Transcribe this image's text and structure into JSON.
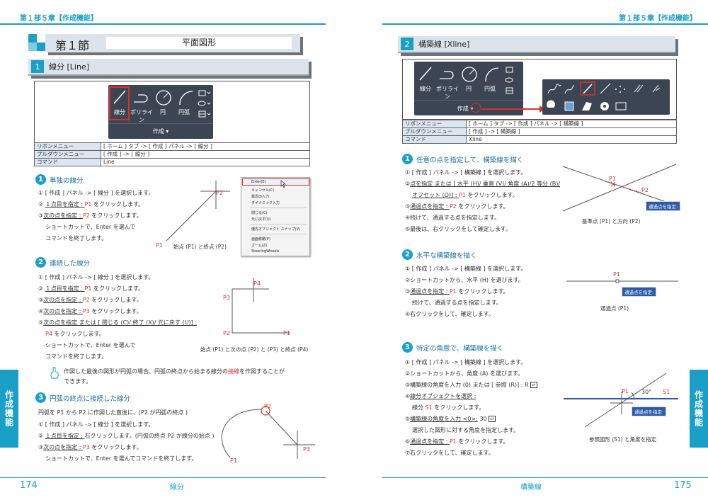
{
  "left": {
    "chapter": "第１部５章【作成機能】",
    "section_num": "第１節",
    "section_title": "平面図形",
    "sub1_num": "1",
    "sub1_title": "線分 [Line]",
    "ribbon": {
      "line": "線分",
      "polyline": "ポリライン",
      "circle": "円",
      "arc": "円弧",
      "panel": "作成 ▾"
    },
    "table": [
      [
        "リボンメニュー",
        "[ ホーム ] タブ -> [ 作成 ] パネル -> [ 線分 ]"
      ],
      [
        "プルダウンメニュー",
        "[ 作成 ] -> [ 線分 ]"
      ],
      [
        "コマンド",
        "Line"
      ]
    ],
    "h1": {
      "num": "1",
      "title": "単独の線分"
    },
    "h1_steps": {
      "s1": "① [ 作成 ] パネル -> [ 線分 ] を選択します。",
      "s2a": "② ",
      "s2b": "１点目を指定 : ",
      "s2c": "P1",
      "s2d": " をクリックします。",
      "s3a": "③",
      "s3b": "次の点を指定 : ",
      "s3c": "P2",
      "s3d": " をクリックします。",
      "s4": "ショートカットで、Enter を選んで",
      "s5": "コマンドを終了します。"
    },
    "fig1": {
      "p1": "P1",
      "p2": "P2",
      "caption": "始点 (P1) と終点 (P2)"
    },
    "ctx_menu": [
      "Enter(E)",
      "キャンセル(C)",
      "最近の入力",
      "ダイナミック入力",
      "閉じる(C)",
      "元に戻す(U)",
      "優先オブジェクト スナップ(V)",
      "画面移動(P)",
      "ズーム(Z)",
      "SteeringWheels"
    ],
    "h2": {
      "num": "2",
      "title": "連続した線分"
    },
    "h2_steps": {
      "s1": "① [ 作成 ] パネル -> [ 線分 ] を選択します。",
      "s2a": "② ",
      "s2b": "１点目を指定 : ",
      "s2c": "P1",
      "s2d": " をクリックします。",
      "s3a": "③",
      "s3b": "次の点を指定 : ",
      "s3c": "P2",
      "s3d": " をクリックします。",
      "s4a": "④",
      "s4b": "次の点を指定 : ",
      "s4c": "P3",
      "s4d": " をクリックします。",
      "s5a": "⑤",
      "s5b": "次の点を指定 または [ 閉じる (C)/ 終了 (X)/ 元に戻す (U)] :",
      "s6a": "P4",
      "s6b": " をクリックします。",
      "s7": "ショートカットで、Enter を選んで",
      "s8": "コマンドを終了します。"
    },
    "fig2": {
      "p1": "P1",
      "p2": "P2",
      "p3": "P3",
      "p4": "P4",
      "caption": "始点 (P1) と次の点 (P2) と (P3) と終点 (P4)"
    },
    "note": {
      "line1a": "作図した最後の図形が円弧の場合、円弧の終点から始まる線分の",
      "line1b": "接線",
      "line1c": "を作図することが",
      "line2": "できます。"
    },
    "h3": {
      "num": "3",
      "title": "円弧の終点に接続した線分"
    },
    "h3_steps": {
      "s0": "円弧を P1 から P2 に作図した直後に、(P2 が円弧の終点 )",
      "s1": "① [ 作成 ] パネル -> [ 線分 ] を選択します。",
      "s2a": "② ",
      "s2b": "１点目を指定 : ",
      "s2c": "右クリックします。(円弧の終点 P2 が線分の始点 )",
      "s3a": "③",
      "s3b": "次の点を指定 : ",
      "s3c": "P3",
      "s3d": " をクリックします。",
      "s4": "ショートカットで、Enter を選んでコマンドを終了します。"
    },
    "fig3": {
      "p1": "P1",
      "p2": "P2",
      "p3": "P3"
    },
    "tab": "作成機能",
    "page_number": "174",
    "footer": "線分"
  },
  "right": {
    "chapter": "第１部５章【作成機能】",
    "sub2_num": "2",
    "sub2_title": "構築線 [Xline]",
    "ribbon": {
      "line": "線分",
      "polyline": "ポリライン",
      "circle": "円",
      "arc": "円弧",
      "panel": "作成 ▾"
    },
    "table": [
      [
        "リボンメニュー",
        "[ ホーム ] タブ -> [ 作成 ] パネル -> [ 構築線 ]"
      ],
      [
        "プルダウンメニュー",
        "[ 作成 ] -> [ 構築線 ]"
      ],
      [
        "コマンド",
        "Xline"
      ]
    ],
    "h1": {
      "num": "1",
      "title": "任意の点を指定して、構築線を描く"
    },
    "h1_steps": {
      "s1": "① [ 作成 ] パネル -> [ 構築線 ] を選択します。",
      "s2a": "②",
      "s2b": "点を指定 または [ 水平 (H)/ 垂直 (V)/ 角度 (A)/2 等分 (B)/",
      "s3a": "オフセット (O)] : ",
      "s3b": "P1",
      "s3c": " をクリックします。",
      "s4a": "③",
      "s4b": "通過点を指定 : ",
      "s4c": "P2",
      "s4d": " をクリックします。",
      "s5": "④続けて、通過する点を指定します。",
      "s6": "⑤最後は、右クリックをして確定します。"
    },
    "fig1": {
      "p1": "P1",
      "p2": "P2",
      "tooltip": "通過点を指定:",
      "caption": "基準点 (P1) と方向 (P2)"
    },
    "h2": {
      "num": "2",
      "title": "水平な構築線を描く"
    },
    "h2_steps": {
      "s1": "① [ 作成 ] パネル -> [ 構築線 ] を選択します。",
      "s2": "②ショートカットから、水平 (H) を選びます。",
      "s3a": "③",
      "s3b": "通過点を指定 : ",
      "s3c": "P1",
      "s3d": " をクリックします。",
      "s4": "続けて、通過する点を指定します。",
      "s5": "④右クリックをして、確定します。"
    },
    "fig2": {
      "p1": "P1",
      "tooltip": "通過点を指定:",
      "caption": "通過点 (P1)"
    },
    "h3": {
      "num": "3",
      "title": "特定の角度で、構築線を描く"
    },
    "h3_steps": {
      "s1": "① [ 作成 ] パネル -> [ 構築線 ] を選択します。",
      "s2": "②ショートカットから、角度 (A) を選びます。",
      "s3a": "③",
      "s3b": "構築線の角度を入力 (0) または [ 参照 (R)] : R",
      "s4a": "④",
      "s4b": "線分オブジェクトを選択 :",
      "s5a": "線分 ",
      "s5b": "S1",
      "s5c": " をクリックします。",
      "s6a": "⑤",
      "s6b": "構築線の角度を入力 <0>:",
      "s6c": " 30",
      "s7": "選択した図形に対する角度を指定します。",
      "s8a": "⑥",
      "s8b": "通過点を指定 : ",
      "s8c": "P1",
      "s8d": " をクリックします。",
      "s9": "⑦右クリックをして、確定します。"
    },
    "fig3": {
      "p1": "P1",
      "angle": "30°",
      "s1": "S1",
      "tooltip": "通過点を指定:",
      "caption": "参照図形 (S1) と角度を指定"
    },
    "tab": "作成機能",
    "page_number": "175",
    "footer": "構築線"
  },
  "colors": {
    "accent": "#1a9fc7",
    "red": "#d9312a",
    "ribbon": "#3b4553"
  }
}
